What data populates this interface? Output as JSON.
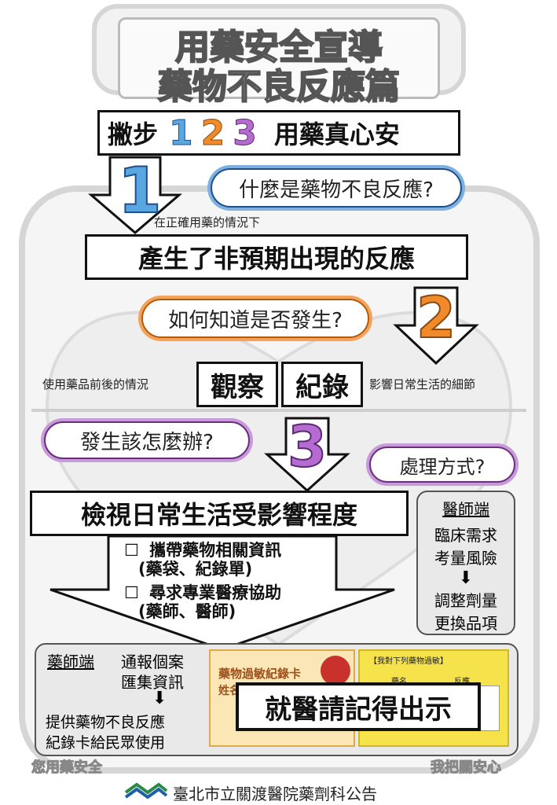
{
  "title": {
    "line1": "用藥安全宣導",
    "line2": "藥物不良反應篇"
  },
  "header": {
    "prefix": "撇步",
    "digits": [
      "1",
      "2",
      "3"
    ],
    "suffix": "用藥真心安"
  },
  "step1": {
    "question": "什麼是藥物不良反應?",
    "condition": "在正確用藥的情況下",
    "definition": "產生了非預期出現的反應"
  },
  "step2": {
    "question": "如何知道是否發生?",
    "left_note": "使用藥品前後的情況",
    "observe": "觀察",
    "record": "紀錄",
    "right_note": "影響日常生活的細節"
  },
  "step3": {
    "question": "發生該怎麼辦?",
    "handling": "處理方式?",
    "main": "檢視日常生活受影響程度",
    "checklist": [
      {
        "marker": "☐",
        "text": "攜帶藥物相關資訊",
        "sub": "(藥袋、紀錄單)"
      },
      {
        "marker": "☐",
        "text": "尋求專業醫療協助",
        "sub": "(藥師、醫師)"
      }
    ]
  },
  "doctor": {
    "title": "醫師端",
    "lines": [
      "臨床需求",
      "考量風險"
    ],
    "arrow": "⬇",
    "results": [
      "調整劑量",
      "更換品項"
    ]
  },
  "pharmacist": {
    "title": "藥師端",
    "lines": [
      "通報個案",
      "匯集資訊"
    ],
    "arrow": "⬇",
    "results": [
      "提供藥物不良反應",
      "紀錄卡給民眾使用"
    ]
  },
  "card": {
    "title": "藥物過敏紀錄卡",
    "name_label": "姓名",
    "right_header": "【我對下列藥物過敏】",
    "col_drug": "藥名",
    "col_reaction": "反應",
    "cta": "就醫請記得出示"
  },
  "footer": {
    "left": "您用藥安全",
    "right": "我把關安心",
    "org": "臺北市立關渡醫院藥劑科公告"
  },
  "colors": {
    "blue": "#5aa6e0",
    "orange": "#f08a2a",
    "purple": "#b56bd0",
    "panel": "#e9e9e9"
  }
}
